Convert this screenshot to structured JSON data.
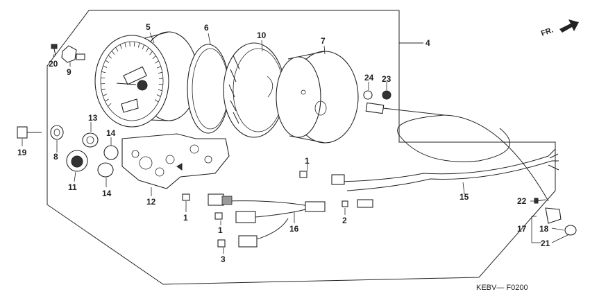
{
  "diagram": {
    "diagram_code": "KEBV— F0200",
    "direction_indicator": "FR.",
    "callouts": {
      "c1a": "1",
      "c1b": "1",
      "c1c": "1",
      "c2": "2",
      "c3": "3",
      "c4": "4",
      "c5": "5",
      "c6": "6",
      "c7": "7",
      "c8": "8",
      "c9": "9",
      "c10": "10",
      "c11": "11",
      "c12": "12",
      "c13": "13",
      "c14a": "14",
      "c14b": "14",
      "c15": "15",
      "c16": "16",
      "c17": "17",
      "c18": "18",
      "c19": "19",
      "c20": "20",
      "c21": "21",
      "c22": "22",
      "c23": "23",
      "c24": "24"
    }
  },
  "colors": {
    "ink": "#222222",
    "background": "#ffffff",
    "fill_dark": "#333333",
    "fill_grey": "#999999"
  },
  "icons": {
    "front_arrow": "front-direction-arrow-icon"
  }
}
